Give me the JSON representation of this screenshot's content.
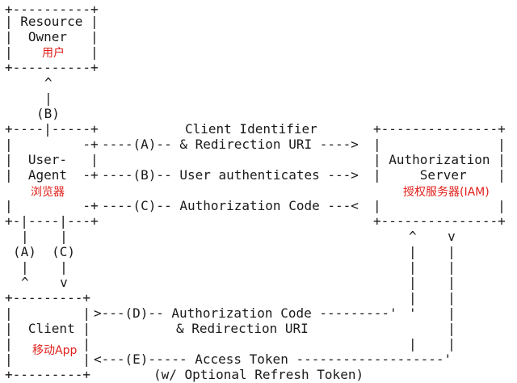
{
  "accent_color": "#e0201c",
  "diagram": {
    "resource_owner": {
      "top_border": "+----------+",
      "line_1": "| Resource |",
      "line_2": "|  Owner   |",
      "line_3": "|          |",
      "bottom_border": "+----------+",
      "cn_label": "用户",
      "caret": "^",
      "stem": "|",
      "step_label": "(B)",
      "stem_2": "|"
    },
    "user_agent": {
      "top_border": "+----|-----+",
      "line_1": "|         -+",
      "line_2": "|  User-   |",
      "line_3": "|  Agent  -+",
      "line_4": "|          |",
      "line_5": "|         -+",
      "line_6": "|          |",
      "bottom_border": "+-|----|---+",
      "user_word": "User-",
      "agent_word": "Agent",
      "cn_label": "浏览器"
    },
    "flow_a": {
      "arrow": "----(A)-- & Redirection URI ---->",
      "title": "Client Identifier"
    },
    "flow_b": {
      "arrow": "----(B)-- User authenticates --->"
    },
    "flow_c": {
      "arrow": "----(C)-- Authorization Code ---<"
    },
    "authorization_server": {
      "top_border": "+---------------+",
      "line_1": "|               |",
      "line_2": "| Authorization |",
      "line_3": "|     Server    |",
      "line_4": "|               |",
      "line_5": "|               |",
      "bottom_border": "+---------------+",
      "cn_label": "授权服务器(IAM)"
    },
    "left_links": {
      "row_1": "|    |",
      "row_2": "(A)  (C)",
      "row_3": "|    |",
      "row_4": "^    v"
    },
    "right_links": {
      "row_1": "^    v",
      "row_2": "|    |",
      "row_3": "|    |",
      "row_4": "|    |",
      "row_5": "|    |",
      "row_6": "|    |",
      "row_7": "|    |",
      "row_8": "'    |",
      "row_9": "     |",
      "row_10": "     '"
    },
    "client": {
      "top_border": "+---------+",
      "line_1": "|         |",
      "line_2": "|  Client |",
      "line_3": "|         |",
      "line_4": "|         |",
      "bottom_border": "+---------+",
      "cn_label": "移动App"
    },
    "flow_d": {
      "arrow": ">---(D)-- Authorization Code ---------'",
      "sub": "& Redirection URI"
    },
    "flow_e": {
      "arrow": "<---(E)----- Access Token -------------------'",
      "sub": "(w/ Optional Refresh Token)"
    }
  }
}
